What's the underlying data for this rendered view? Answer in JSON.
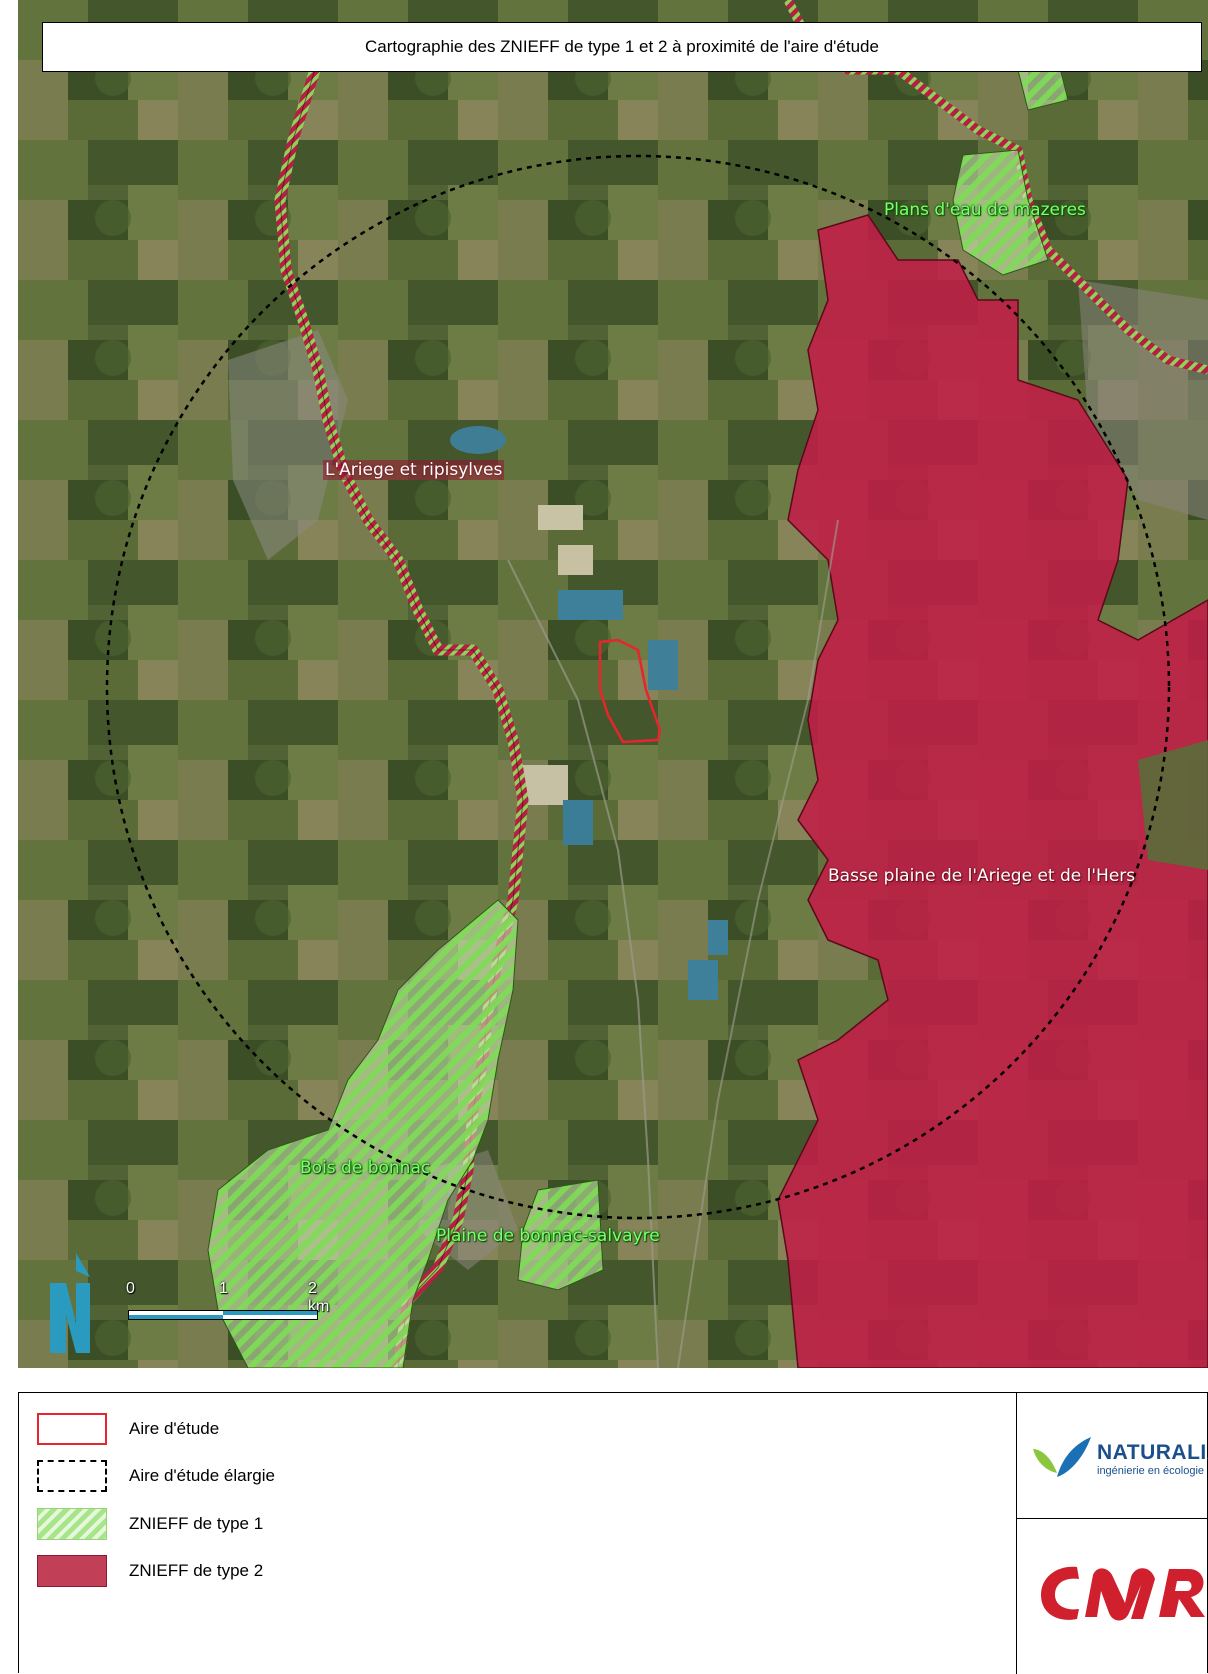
{
  "map": {
    "title": "Cartographie des ZNIEFF de type 1 et 2 à proximité de l'aire d'étude",
    "labels": {
      "plans_eau": "Plans d'eau de mazeres",
      "ariege_ripisylves": "L'Ariege et ripisylves",
      "basse_plaine": "Basse plaine de l'Ariege et de l'Hers",
      "bois_bonnac": "Bois de bonnac",
      "plaine_bonnac": "Plaine de bonnac-salvayre"
    },
    "scale": {
      "ticks": [
        "0",
        "1",
        "2 km"
      ]
    },
    "north_icon": "north-arrow-icon"
  },
  "legend": {
    "items": [
      {
        "label": "Aire d'étude",
        "icon": "red-outline-box"
      },
      {
        "label": "Aire d'étude élargie",
        "icon": "dashed-outline-box"
      },
      {
        "label": "ZNIEFF de type 1",
        "icon": "green-hatch-box"
      },
      {
        "label": "ZNIEFF de type 2",
        "icon": "crimson-box"
      }
    ]
  },
  "logos": {
    "naturalia": {
      "name": "NATURALIA",
      "tagline": "ingénierie en écologie"
    },
    "cnr": {
      "icon": "cnr-logo"
    }
  },
  "colors": {
    "znieff1": "#8fdc6a",
    "znieff2": "#c21e47",
    "study_area": "#e8242c",
    "label_green": "#7cff6a",
    "naturalia_blue": "#1b4f8c",
    "cnr_red": "#d0202e"
  }
}
